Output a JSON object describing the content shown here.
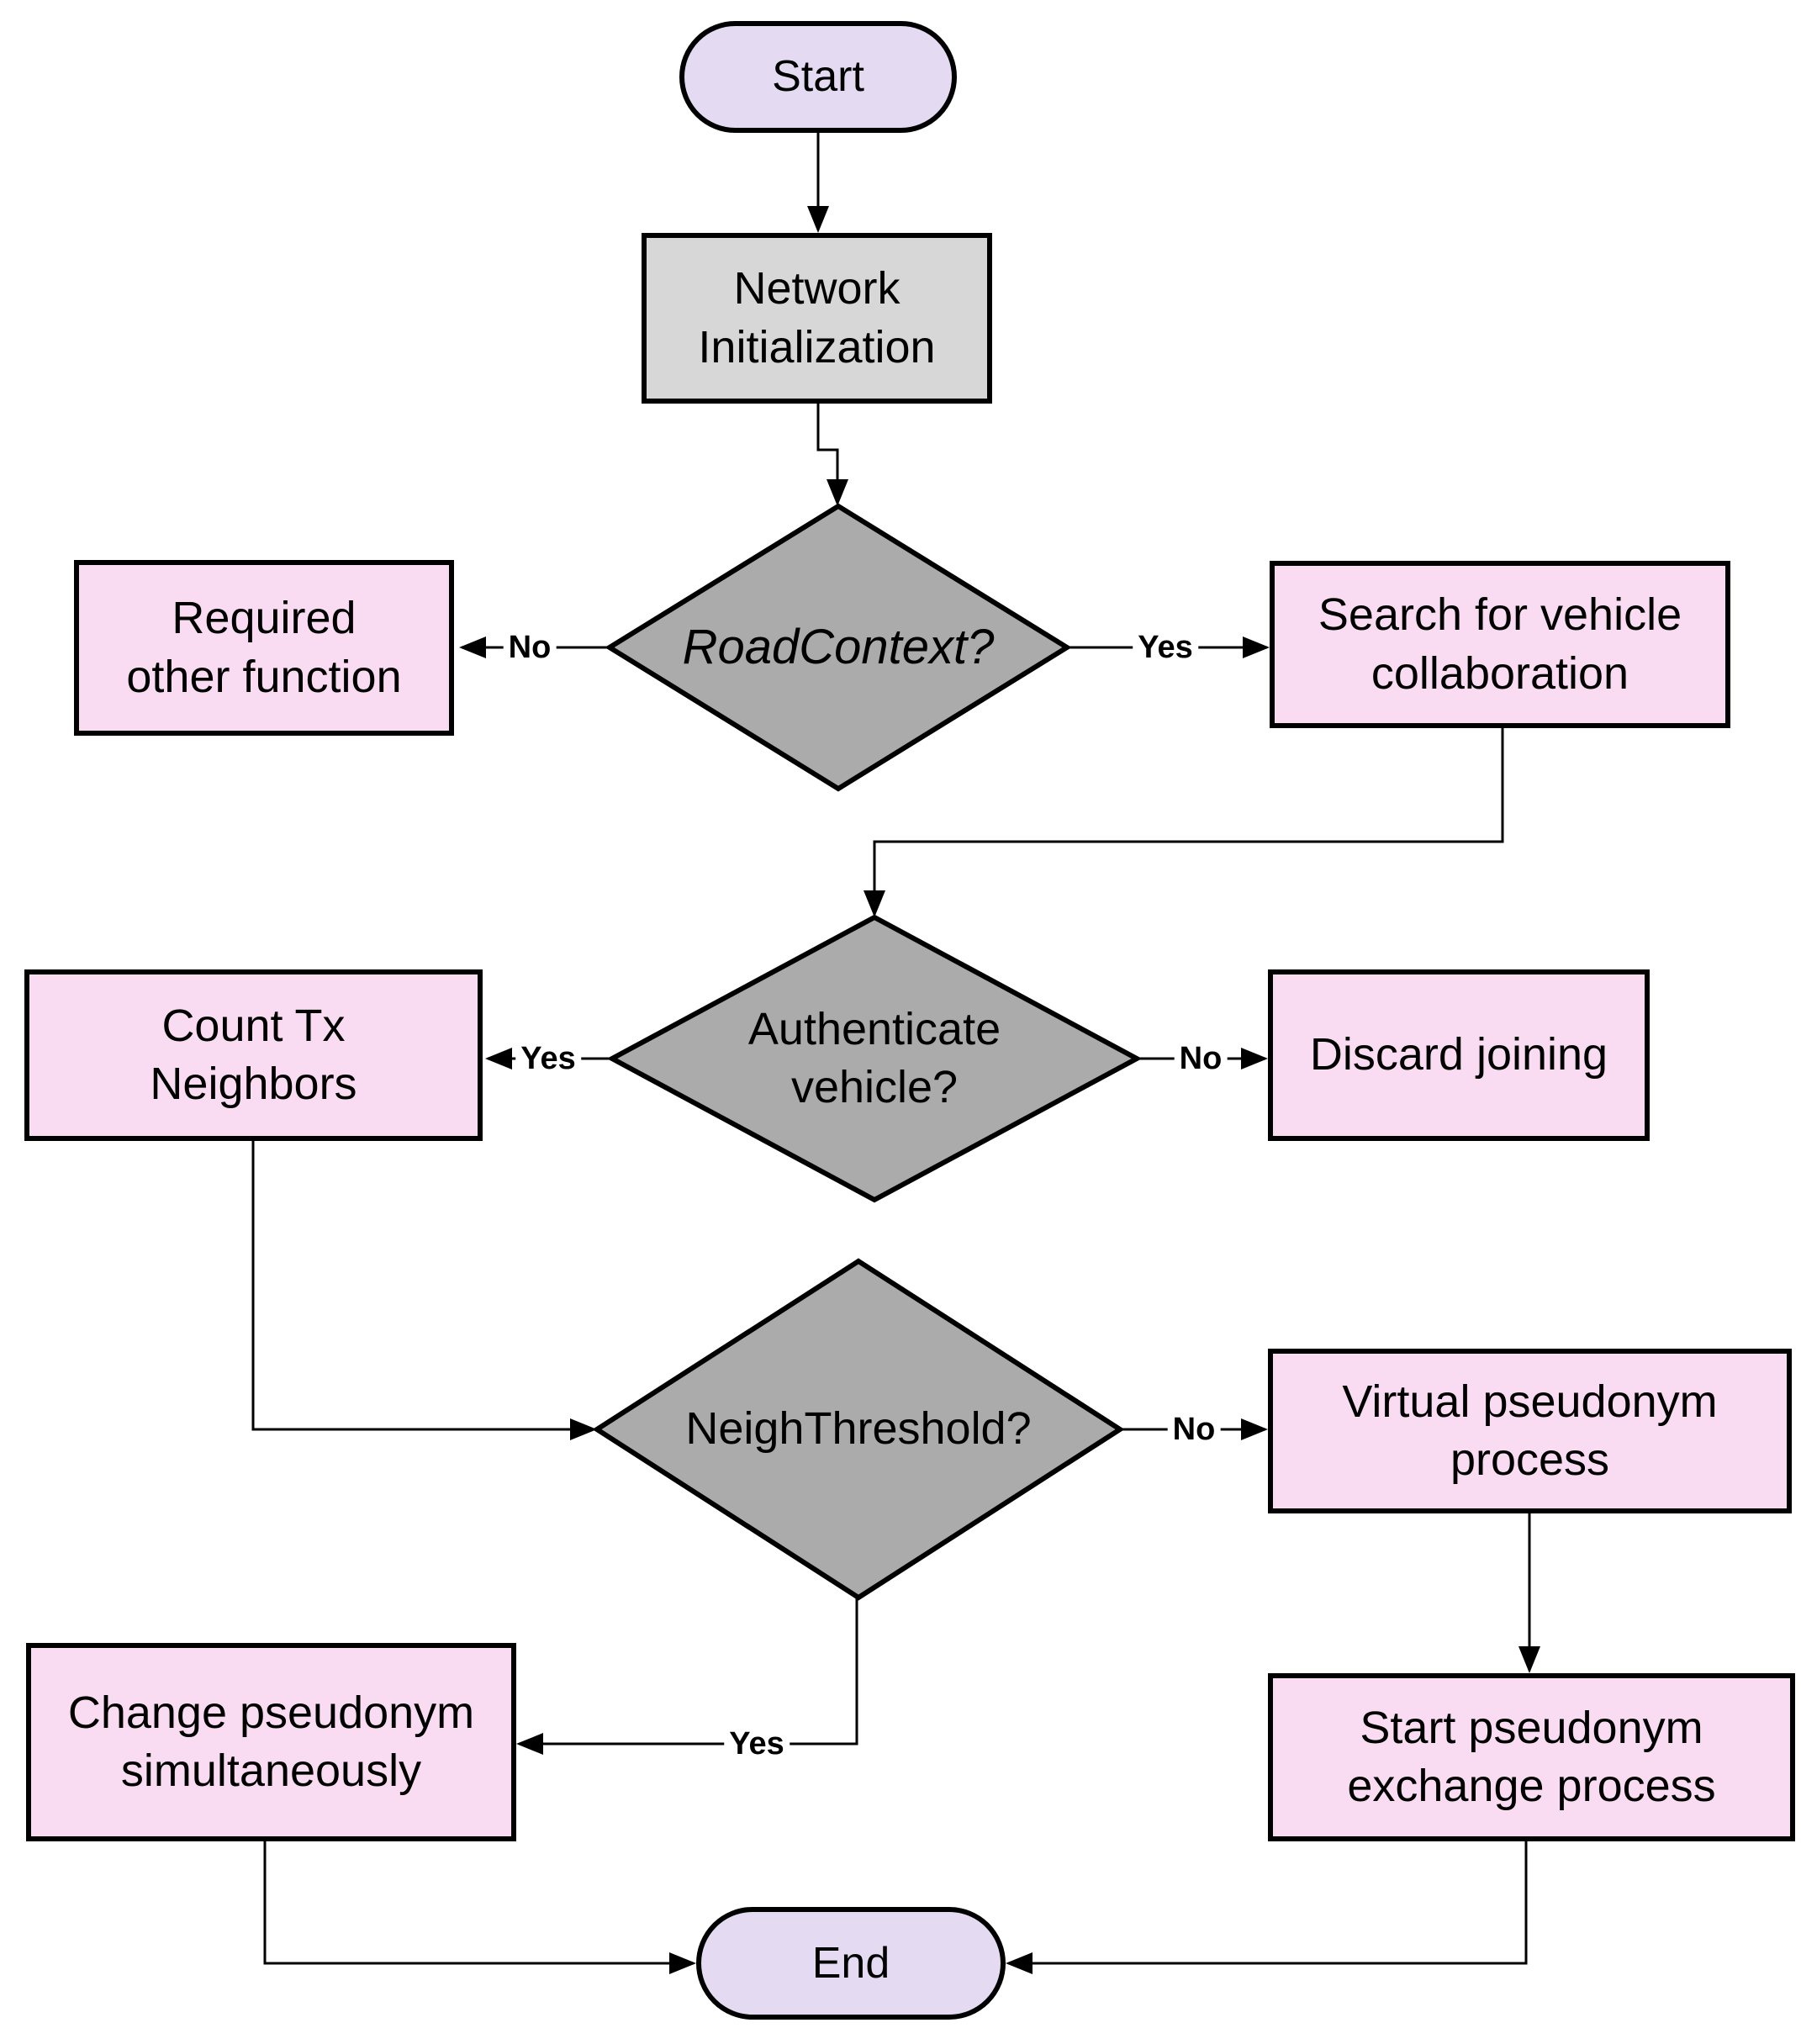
{
  "diagram": {
    "colors": {
      "stroke": "#000000",
      "terminal_fill": "#e4daf2",
      "process_fill": "#d7d7d7",
      "decision_fill": "#ababab",
      "action_fill": "#f9dcf2",
      "text": "#000000",
      "background": "#ffffff"
    },
    "nodes": {
      "start": "Start",
      "network_initialization": "Network\nInitialization",
      "road_context": "RoadContext?",
      "required_other_function": "Required\nother function",
      "search_vehicle_collaboration": "Search for vehicle\ncollaboration",
      "authenticate_vehicle": "Authenticate\nvehicle?",
      "count_tx_neighbors": "Count Tx\nNeighbors",
      "discard_joining": "Discard joining",
      "neigh_threshold": "NeighThreshold?",
      "virtual_pseudonym_process": "Virtual pseudonym\nprocess",
      "change_pseudonym_simultaneously": "Change pseudonym\nsimultaneously",
      "start_pseudonym_exchange_process": "Start pseudonym\nexchange process",
      "end": "End"
    },
    "branch_labels": {
      "yes": "Yes",
      "no": "No"
    }
  }
}
